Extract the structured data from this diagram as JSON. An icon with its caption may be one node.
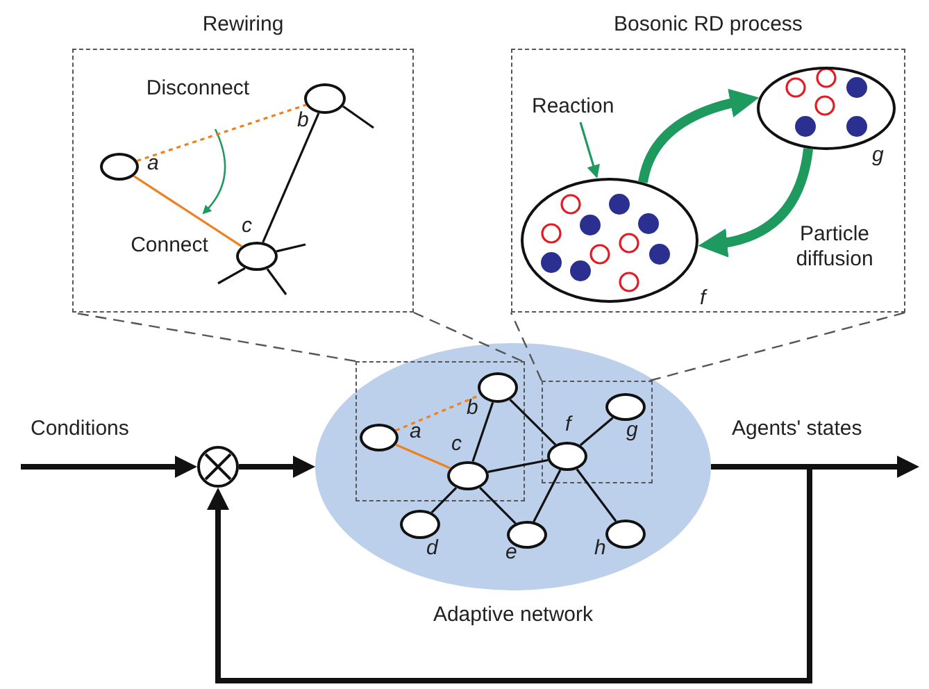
{
  "diagram": {
    "nodes": [
      {
        "text": [
          "Rewiring"
        ]
      },
      {
        "text": [],
        "shape": "circle",
        "beside": [
          "a"
        ],
        "in": 0
      },
      {
        "text": [],
        "shape": "circle",
        "beside": [
          "b"
        ],
        "in": 0
      },
      {
        "text": [],
        "shape": "circle",
        "beside": [
          "c"
        ],
        "in": 0
      },
      {
        "text": [
          "Bosonic RD process"
        ]
      },
      {
        "text": [
          "Reaction"
        ],
        "in": 4
      },
      {
        "text": [],
        "shape": "circle",
        "beside": [
          "g"
        ],
        "in": 4
      },
      {
        "text": [],
        "shape": "circle",
        "beside": [
          "f"
        ],
        "in": 4
      },
      {
        "text": [
          "Conditions"
        ]
      },
      {
        "text": [],
        "shape": "circle"
      },
      {
        "text": [
          "Adaptive network"
        ]
      },
      {
        "text": [],
        "shape": "circle",
        "beside": [
          "a"
        ],
        "in": 10
      },
      {
        "text": [],
        "shape": "circle",
        "beside": [
          "b"
        ],
        "in": 10
      },
      {
        "text": [],
        "shape": "circle",
        "beside": [
          "c"
        ],
        "in": 10
      },
      {
        "text": [],
        "shape": "circle",
        "beside": [
          "d"
        ],
        "in": 10
      },
      {
        "text": [],
        "shape": "circle",
        "beside": [
          "e"
        ],
        "in": 10
      },
      {
        "text": [],
        "shape": "circle",
        "beside": [
          "f"
        ],
        "in": 10
      },
      {
        "text": [],
        "shape": "circle",
        "beside": [
          "g"
        ],
        "in": 10
      },
      {
        "text": [],
        "shape": "circle",
        "beside": [
          "h"
        ],
        "in": 10
      },
      {
        "text": [
          "Agents' states"
        ]
      }
    ],
    "edges": [
      {
        "from": 1,
        "to": 2,
        "arrow": "none",
        "style": "dashed",
        "color": "#f07f1e"
      },
      {
        "from": 1,
        "to": 3,
        "arrow": "none",
        "color": "#f07f1e"
      },
      {
        "from": 2,
        "to": 3,
        "arrow": "none"
      },
      {
        "from": 2,
        "to": null,
        "arrow": "none"
      },
      {
        "from": 3,
        "to": null,
        "arrow": "none"
      },
      {
        "from": 3,
        "to": null,
        "arrow": "none"
      },
      {
        "from": 3,
        "to": null,
        "arrow": "none"
      },
      {
        "from": 5,
        "to": 7,
        "arrow": "to",
        "color": "#1f9a5e"
      },
      {
        "from": 7,
        "to": 6,
        "arrow": "to",
        "style": "thick",
        "color": "#1f9a5e"
      },
      {
        "from": 6,
        "to": 7,
        "arrow": "to",
        "style": "thick",
        "color": "#1f9a5e"
      },
      {
        "from": 8,
        "to": 9,
        "arrow": "to",
        "style": "thick"
      },
      {
        "from": 9,
        "to": 10,
        "arrow": "to",
        "style": "thick"
      },
      {
        "from": 10,
        "to": 19,
        "arrow": "to",
        "style": "thick"
      },
      {
        "from": 10,
        "to": 9,
        "arrow": "to",
        "style": "thick"
      },
      {
        "from": 11,
        "to": 12,
        "arrow": "none",
        "style": "dashed",
        "color": "#f07f1e"
      },
      {
        "from": 11,
        "to": 13,
        "arrow": "none",
        "color": "#f07f1e"
      },
      {
        "from": 12,
        "to": 13,
        "arrow": "none"
      },
      {
        "from": 12,
        "to": 16,
        "arrow": "none"
      },
      {
        "from": 13,
        "to": 16,
        "arrow": "none"
      },
      {
        "from": 13,
        "to": 14,
        "arrow": "none"
      },
      {
        "from": 13,
        "to": 15,
        "arrow": "none"
      },
      {
        "from": 16,
        "to": 15,
        "arrow": "none"
      },
      {
        "from": 16,
        "to": 17,
        "arrow": "none"
      },
      {
        "from": 16,
        "to": 18,
        "arrow": "none"
      }
    ],
    "labels": [
      "Disconnect",
      "Connect",
      "Particle diffusion"
    ]
  }
}
